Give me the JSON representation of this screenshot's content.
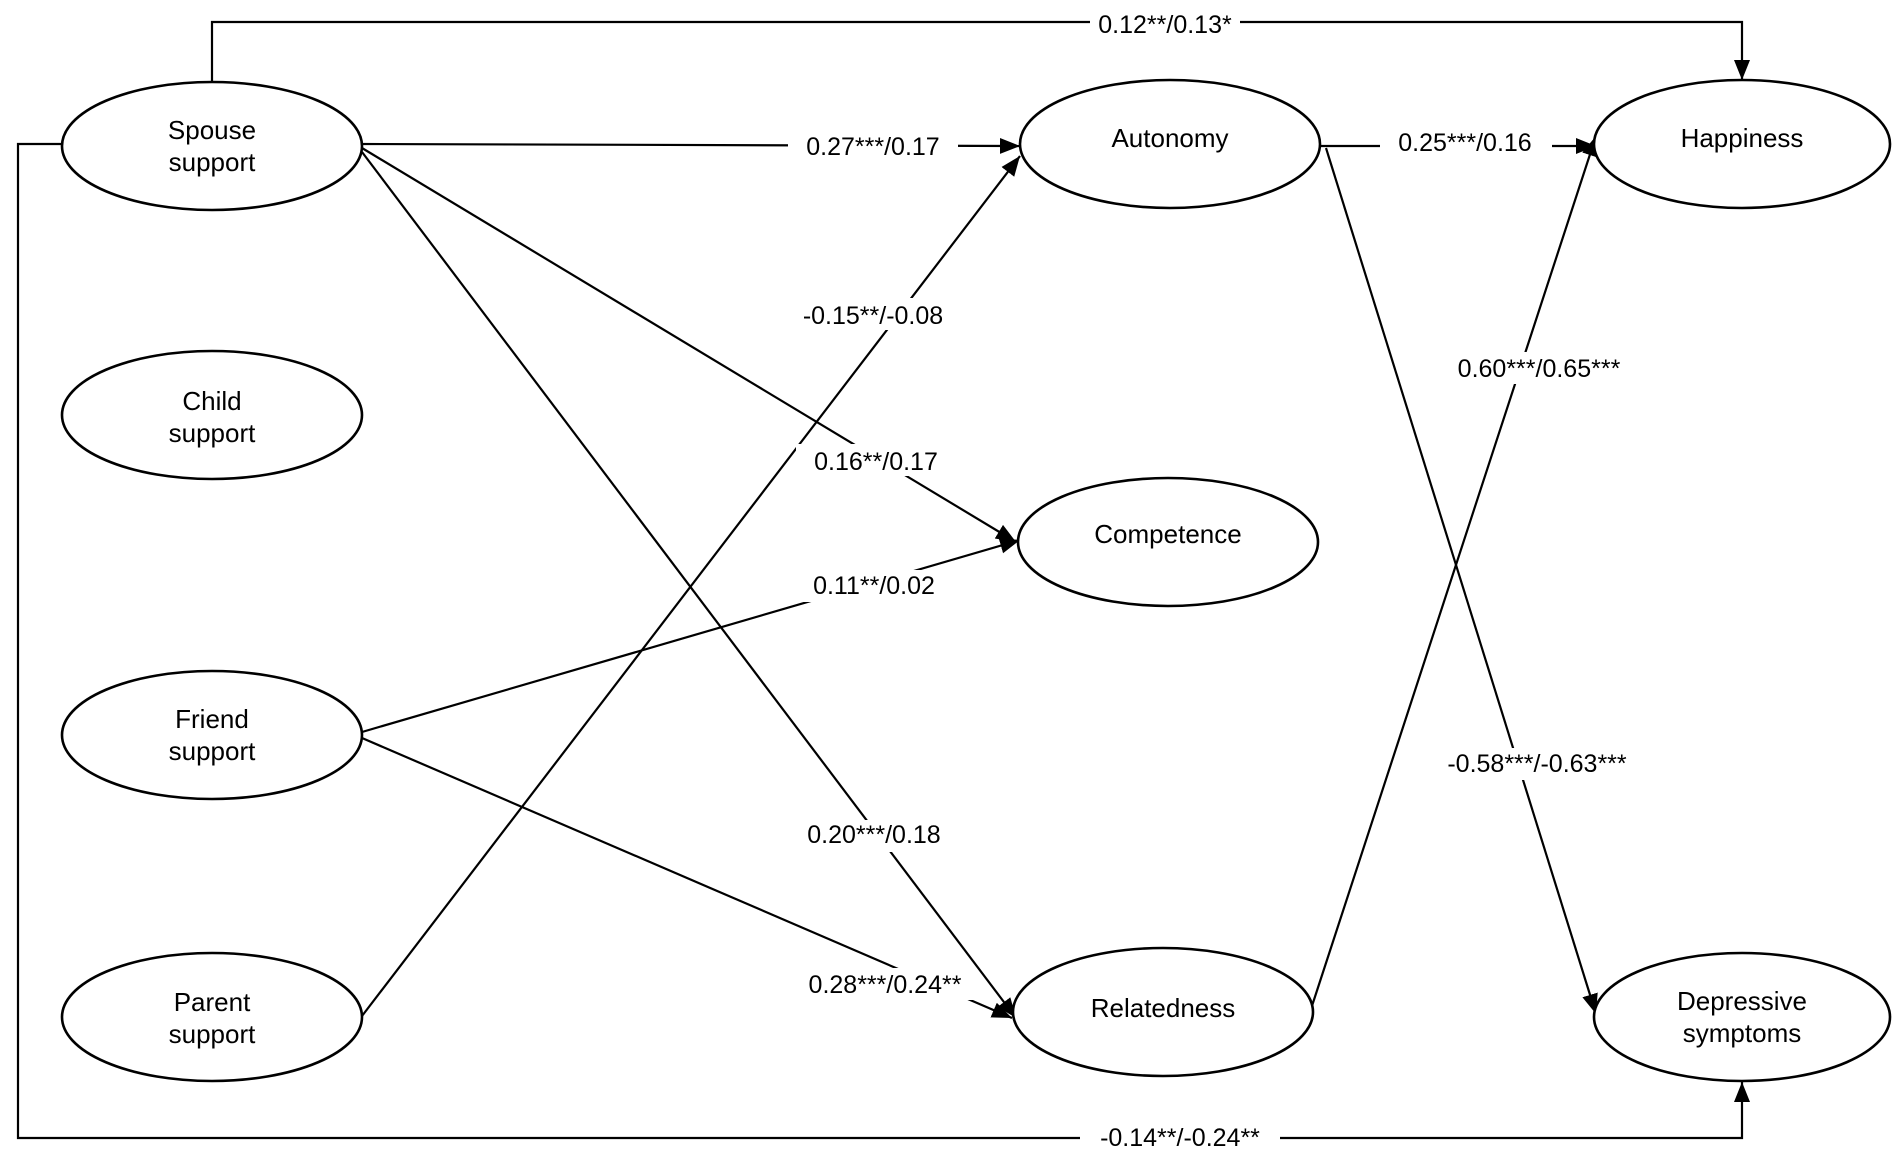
{
  "nodes": {
    "spouse": [
      "Spouse",
      "support"
    ],
    "child": [
      "Child",
      "support"
    ],
    "friend": [
      "Friend",
      "support"
    ],
    "parent": [
      "Parent",
      "support"
    ],
    "autonomy": [
      "Autonomy"
    ],
    "competence": [
      "Competence"
    ],
    "relatedness": [
      "Relatedness"
    ],
    "happiness": [
      "Happiness"
    ],
    "depressive": [
      "Depressive",
      "symptoms"
    ]
  },
  "edges": {
    "spouse_happiness": "0.12**/0.13*",
    "spouse_autonomy": "0.27***/0.17",
    "autonomy_happiness": "0.25***/0.16",
    "parent_autonomy": "-0.15**/-0.08",
    "relatedness_happiness": "0.60***/0.65***",
    "spouse_competence": "0.16**/0.17",
    "friend_competence": "0.11**/0.02",
    "autonomy_depressive": "-0.58***/-0.63***",
    "spouse_relatedness": "0.20***/0.18",
    "friend_relatedness": "0.28***/0.24**",
    "spouse_depressive": "-0.14**/-0.24**"
  }
}
